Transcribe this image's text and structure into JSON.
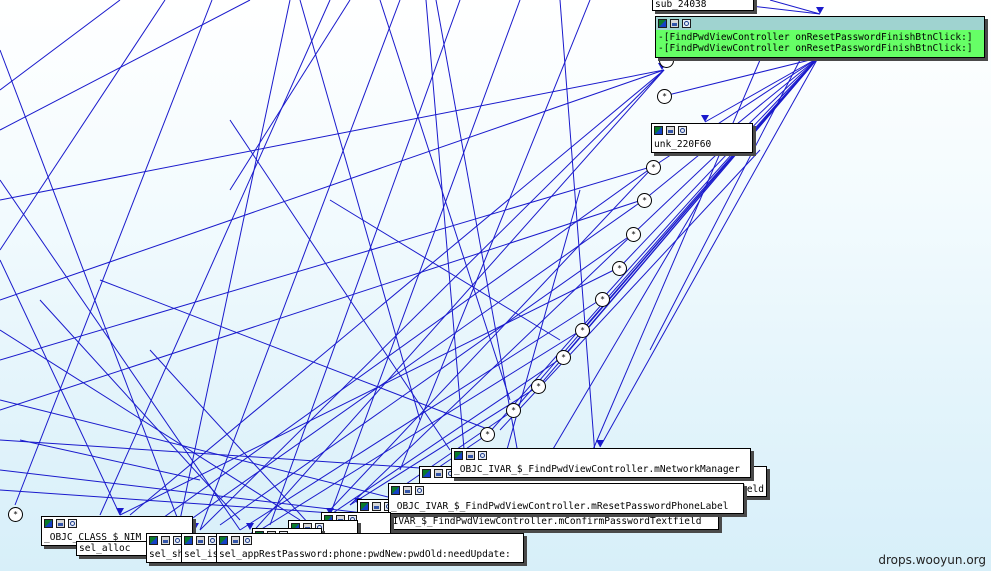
{
  "nodes": {
    "sub_24038": "sub_24038",
    "find_onreset_1": "-[FindPwdViewController onResetPasswordFinishBtnClick:]",
    "find_onreset_2": "-[FindPwdViewController onResetPasswordFinishBtnClick:]",
    "unk_220F60": "unk_220F60",
    "ivar_network_manager": "_OBJC_IVAR_$_FindPwdViewController.mNetworkManager",
    "ivar_field_fragment": "ield",
    "ivar_reset_phone_label": "_OBJC_IVAR_$_FindPwdViewController.mResetPasswordPhoneLabel",
    "ivar_confirm_textfield": "OBJC_IVAR_$_FindPwdViewController.mConfirmPasswordTextfield",
    "objc_class": "_OBJC_CLASS_$_NIM",
    "sel_alloc": "sel_alloc",
    "sel_sh": "sel_sh",
    "sel_is": "sel_is",
    "sel_app_rest_password": "sel_appRestPassword:phone:pwdNew:pwdOld:needUpdate:"
  },
  "junction_symbol": "*",
  "watermark": "drops.wooyun.org",
  "colors": {
    "edge": "#1a1acc",
    "highlight_node": "#66ff66",
    "highlight_header": "#9fd3d0",
    "class_node": "#ff22ff"
  },
  "icons": [
    "color-icon",
    "graph-icon",
    "zoom-icon"
  ]
}
